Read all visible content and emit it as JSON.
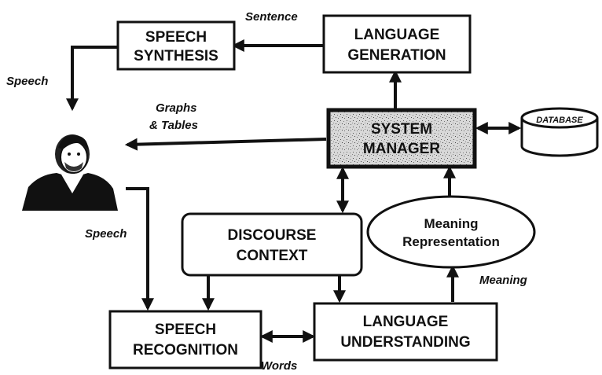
{
  "nodes": {
    "speech_synthesis": [
      "SPEECH",
      "SYNTHESIS"
    ],
    "language_generation": [
      "LANGUAGE",
      "GENERATION"
    ],
    "system_manager": [
      "SYSTEM",
      "MANAGER"
    ],
    "database": "DATABASE",
    "discourse_context": [
      "DISCOURSE",
      "CONTEXT"
    ],
    "meaning_representation": [
      "Meaning",
      "Representation"
    ],
    "speech_recognition": [
      "SPEECH",
      "RECOGNITION"
    ],
    "language_understanding": [
      "LANGUAGE",
      "UNDERSTANDING"
    ]
  },
  "edge_labels": {
    "sentence": "Sentence",
    "speech_out": "Speech",
    "graphs": [
      "Graphs",
      "& Tables"
    ],
    "speech_in": "Speech",
    "meaning": "Meaning",
    "words": "Words"
  },
  "icons": {
    "user": "person-icon"
  }
}
